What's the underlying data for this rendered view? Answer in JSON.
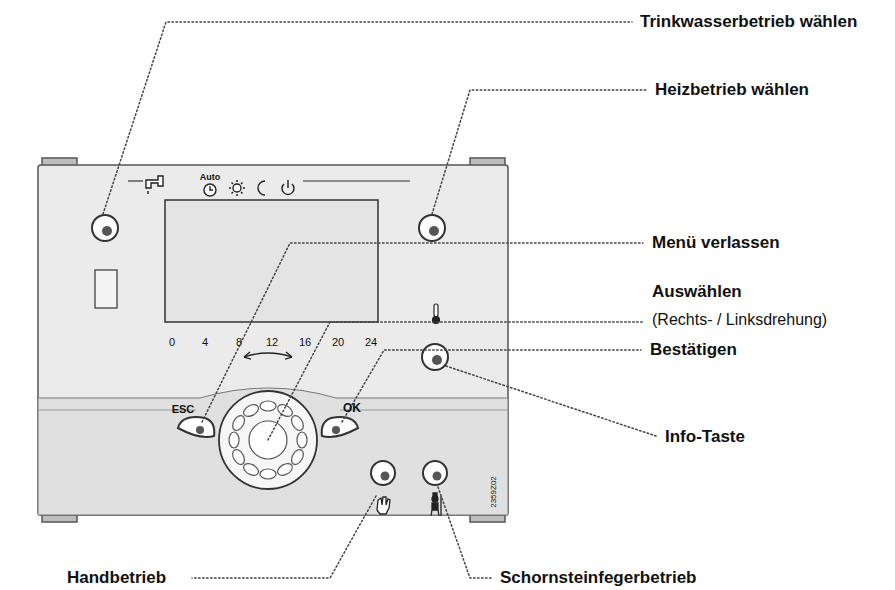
{
  "diagram": {
    "labels": [
      "Trinkwasserbetrieb wählen",
      "Heizbetrieb wählen",
      "Menü verlassen",
      "Auswählen",
      "(Rechts- / Linksdrehung)",
      "Bestätigen",
      "Info-Taste",
      "Handbetrieb",
      "Schornsteinfegerbetrieb",
      "Auto",
      "ESC",
      "OK",
      "0",
      "4",
      "8",
      "12",
      "16",
      "20",
      "24",
      "2359Z02"
    ]
  }
}
